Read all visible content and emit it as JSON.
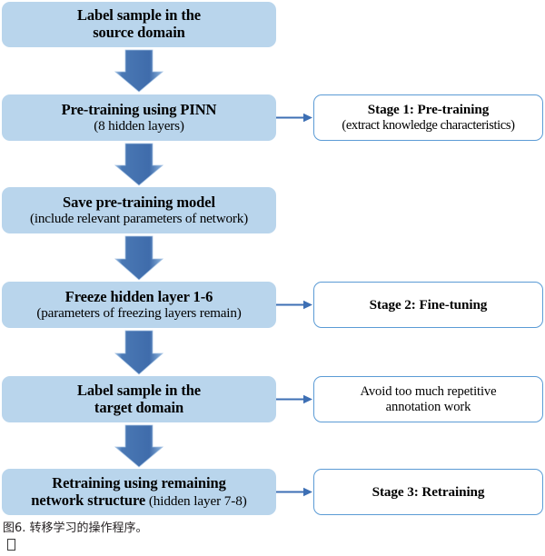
{
  "figure": {
    "caption": "图6. 转移学习的操作程序。",
    "caption_glyph": "tofu-placeholder"
  },
  "colors": {
    "process_box_fill": "#b9d5ec",
    "annotation_box_fill": "#ffffff",
    "annotation_box_border": "#5b9bd5",
    "arrow_blue": "#4472b0",
    "arrow_edge_light": "#8eb4dd",
    "connector_blue": "#3d6fb4",
    "text": "#000000"
  },
  "flow": {
    "process_boxes": [
      {
        "id": "source-domain",
        "line1": "Label sample in the",
        "line2": "source domain",
        "line2_bold": true
      },
      {
        "id": "pre-training",
        "line1": "Pre-training using PINN",
        "line2": "(8 hidden layers)",
        "line2_bold": false
      },
      {
        "id": "save-model",
        "line1": "Save pre-training model",
        "line2": "(include relevant parameters of network)",
        "line2_bold": false
      },
      {
        "id": "freeze-layers",
        "line1": "Freeze hidden layer 1-6",
        "line2": "(parameters of freezing layers remain)",
        "line2_bold": false
      },
      {
        "id": "target-domain",
        "line1": "Label sample in the",
        "line2": "target domain",
        "line2_bold": true
      },
      {
        "id": "retraining",
        "line1": "Retraining using remaining",
        "line2_bold_part": "network structure",
        "line2_thin_part": " (hidden layer 7-8)",
        "line2_bold": true
      }
    ],
    "annotation_boxes": [
      {
        "id": "stage-1",
        "line1": "Stage 1: Pre-training",
        "line2": "(extract knowledge characteristics)",
        "bold_line1": true
      },
      {
        "id": "stage-2",
        "line1": "Stage 2: Fine-tuning",
        "line2": "",
        "bold_line1": true
      },
      {
        "id": "avoid-annotation",
        "line1": "Avoid too much repetitive",
        "line2": "annotation work",
        "bold_line1": false
      },
      {
        "id": "stage-3",
        "line1": "Stage 3: Retraining",
        "line2": "",
        "bold_line1": true
      }
    ],
    "down_arrows": 5,
    "side_arrows": 4
  }
}
